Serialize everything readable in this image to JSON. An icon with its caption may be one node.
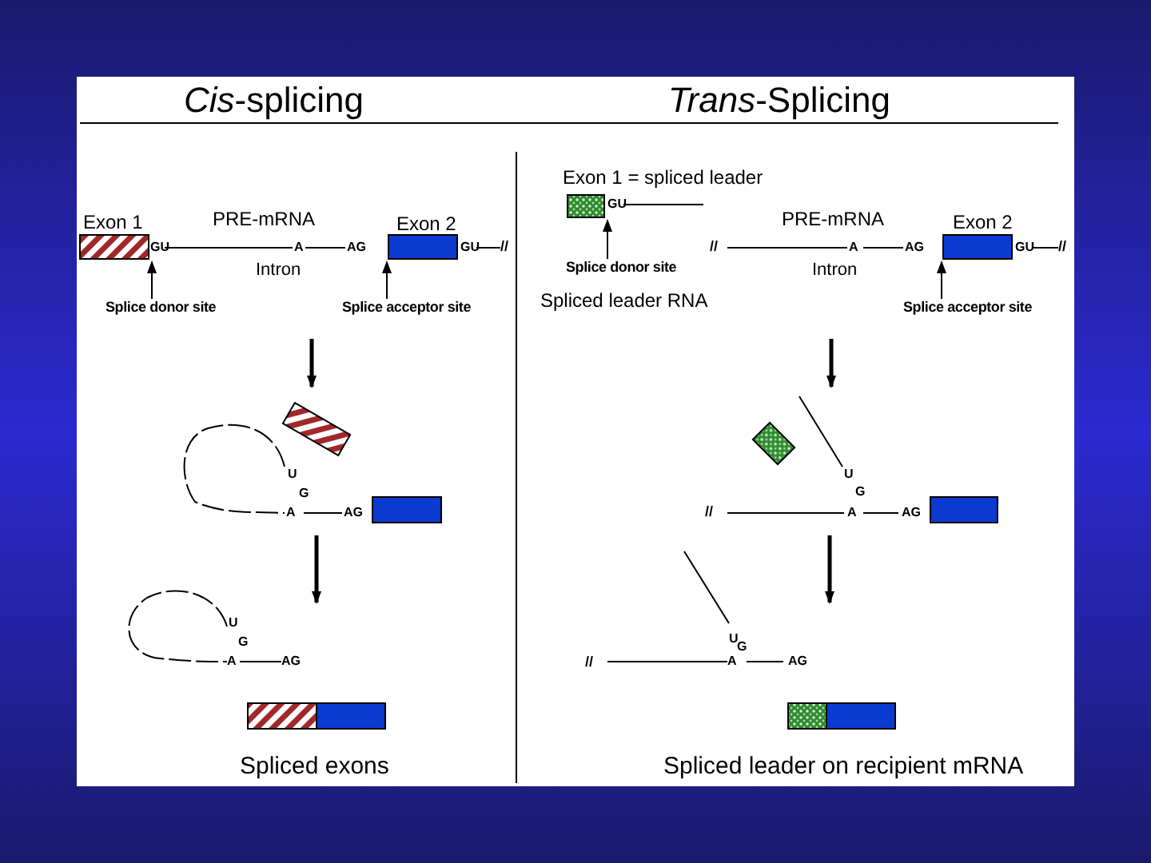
{
  "diagram": {
    "nodes": [
      {
        "text": [
          "Splice donor site"
        ]
      },
      {
        "text": [
          "Splice acceptor site"
        ]
      },
      {
        "text": [
          "Splice donor site"
        ]
      },
      {
        "text": [
          "Splice acceptor site"
        ]
      },
      {
        "text": [],
        "shape": "bar",
        "beside": [
          "Exon 1"
        ]
      },
      {
        "text": [],
        "shape": "bar",
        "beside": [
          "Exon 2"
        ]
      },
      {
        "text": [],
        "shape": "bar",
        "beside": [
          "Exon 1 = spliced leader"
        ]
      },
      {
        "text": [],
        "shape": "bar",
        "beside": [
          "Exon 2"
        ]
      },
      {
        "text": [],
        "shape": "bar"
      },
      {
        "text": [],
        "shape": "bar"
      },
      {
        "text": [],
        "shape": "bar"
      },
      {
        "text": [],
        "shape": "bar"
      },
      {
        "text": [],
        "shape": "bar"
      },
      {
        "text": [],
        "shape": "bar"
      },
      {
        "text": [],
        "shape": "bar"
      },
      {
        "text": [],
        "shape": "bar"
      }
    ],
    "edges": [
      {
        "from": 0,
        "to": 4,
        "arrow": "to"
      },
      {
        "from": 1,
        "to": 5,
        "arrow": "to"
      },
      {
        "from": 2,
        "to": 6,
        "arrow": "to"
      },
      {
        "from": 3,
        "to": 7,
        "arrow": "to"
      }
    ],
    "labels": [
      "*Cis*-splicing",
      "PRE-mRNA",
      "GU",
      "A",
      "AG",
      "GU",
      "//",
      "Intron",
      "U",
      "G",
      "A",
      "AG",
      "U",
      "G",
      "A",
      "AG",
      "Spliced exons",
      "*Trans*-Splicing",
      "GU",
      "PRE-mRNA",
      "//",
      "A",
      "AG",
      "GU",
      "//",
      "Intron",
      "Spliced leader RNA",
      "U",
      "//",
      "G",
      "A",
      "AG",
      "U",
      "//",
      "G",
      "A",
      "AG",
      "Spliced leader on recipient mRNA"
    ]
  }
}
